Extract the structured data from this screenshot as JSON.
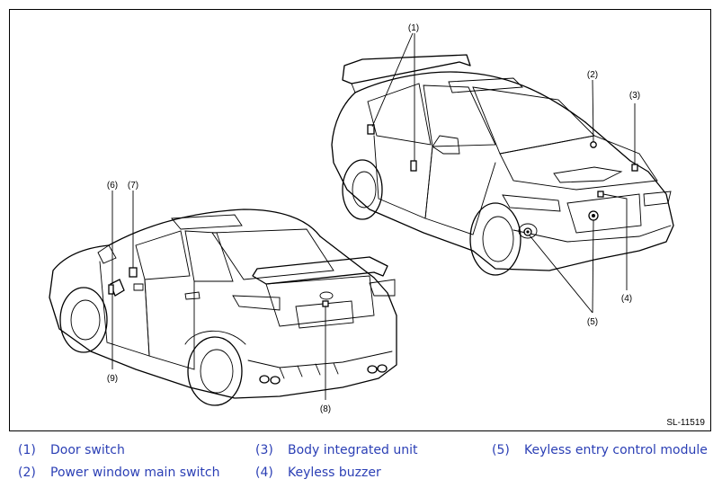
{
  "diagram": {
    "callouts": [
      "(1)",
      "(2)",
      "(3)",
      "(4)",
      "(5)",
      "(6)",
      "(7)",
      "(8)",
      "(9)"
    ],
    "figure_code": "SL-11519"
  },
  "legend": [
    {
      "num": "(1)",
      "label": "Door switch"
    },
    {
      "num": "(2)",
      "label": "Power window main switch"
    },
    {
      "num": "(3)",
      "label": "Body integrated unit"
    },
    {
      "num": "(4)",
      "label": "Keyless buzzer"
    },
    {
      "num": "(5)",
      "label": "Keyless entry control module"
    }
  ]
}
